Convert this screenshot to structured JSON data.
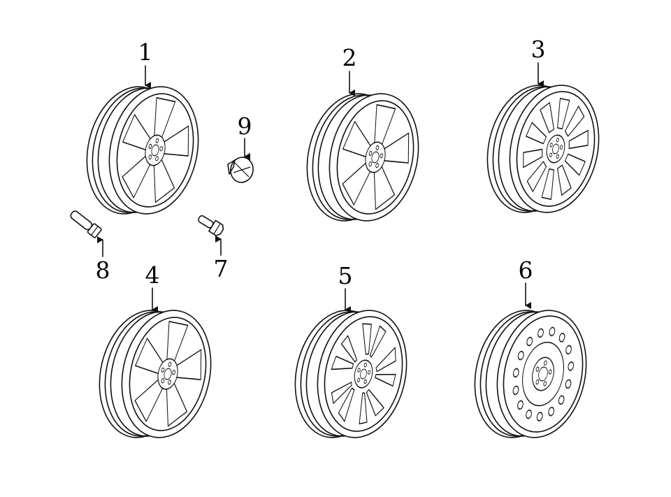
{
  "accent_color": "#a9d3ef",
  "callouts": {
    "c1": "1",
    "c2": "2",
    "c3": "3",
    "c4": "4",
    "c5": "5",
    "c6": "6",
    "c7": "7",
    "c8": "8",
    "c9": "9"
  },
  "parts": [
    {
      "callout": "1",
      "kind": "five-spoke alloy wheel"
    },
    {
      "callout": "2",
      "kind": "five-spoke alloy wheel"
    },
    {
      "callout": "3",
      "kind": "multi-spoke alloy wheel"
    },
    {
      "callout": "4",
      "kind": "five-spoke alloy wheel"
    },
    {
      "callout": "5",
      "kind": "split-spoke alloy wheel"
    },
    {
      "callout": "6",
      "kind": "steel spare wheel"
    },
    {
      "callout": "7",
      "kind": "lug bolt"
    },
    {
      "callout": "8",
      "kind": "lug bolt"
    },
    {
      "callout": "9",
      "kind": "center cap"
    }
  ]
}
